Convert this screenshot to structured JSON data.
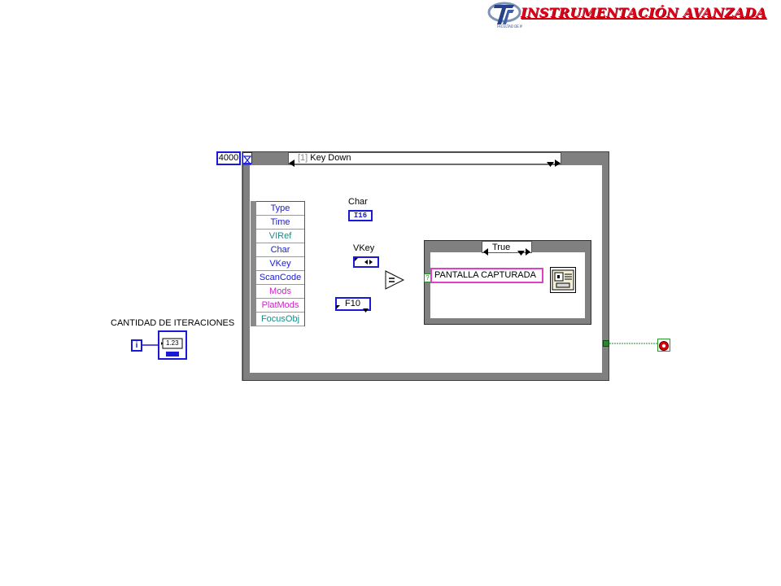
{
  "header": {
    "brand": "INSTRUMENTACIÓN AVANZADA"
  },
  "event_structure": {
    "timeout": "4000",
    "case_index": "[1]",
    "case_name": "Key Down",
    "event_data": [
      "Type",
      "Time",
      "VIRef",
      "Char",
      "VKey",
      "ScanCode",
      "Mods",
      "PlatMods",
      "FocusObj"
    ]
  },
  "indicators": {
    "char_label": "Char",
    "char_type": "I16",
    "vkey_label": "VKey",
    "f10_value": "F10"
  },
  "case_structure": {
    "selector": "True",
    "string_constant": "PANTALLA CAPTURADA"
  },
  "iterations": {
    "label": "CANTIDAD DE ITERACIONES",
    "terminal": "i",
    "indicator_value": "1.23"
  },
  "colors": {
    "blue_wire": "#1a1ad6",
    "pink_string": "#e040c8",
    "green_bool": "#2a8a2a",
    "brand_red": "#e0001a",
    "structure_gray": "#808080"
  },
  "event_data_colors": [
    "#1a1ad6",
    "#1a1ad6",
    "#1a8a8a",
    "#1a1ad6",
    "#1a1ad6",
    "#1a1ad6",
    "#d020c8",
    "#d020c8",
    "#1a8a8a"
  ]
}
